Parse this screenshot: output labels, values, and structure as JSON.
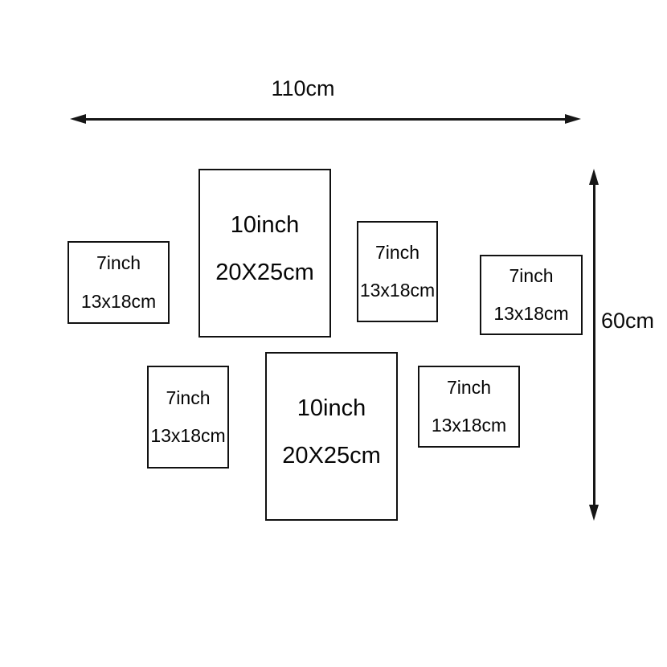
{
  "dimensions": {
    "width_label": "110cm",
    "height_label": "60cm"
  },
  "frames": [
    {
      "inch": "7inch",
      "cm": "13x18cm"
    },
    {
      "inch": "10inch",
      "cm": "20X25cm"
    },
    {
      "inch": "7inch",
      "cm": "13x18cm"
    },
    {
      "inch": "7inch",
      "cm": "13x18cm"
    },
    {
      "inch": "7inch",
      "cm": "13x18cm"
    },
    {
      "inch": "10inch",
      "cm": "20X25cm"
    },
    {
      "inch": "7inch",
      "cm": "13x18cm"
    }
  ]
}
